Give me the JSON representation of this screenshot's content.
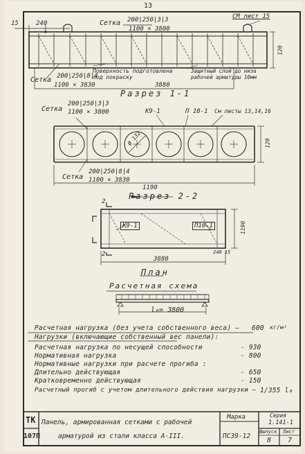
{
  "sheet": {
    "page_number": "13"
  },
  "elevation": {
    "dim_15": "15",
    "dim_240": "240",
    "mesh_top_label": "Сетка",
    "mesh_top_spec": "200|250|3|3",
    "mesh_top_size": "1100 × 3800",
    "sheet_ref": "СМ лист 15",
    "mesh_bottom_label": "Сетка",
    "mesh_bottom_spec": "200|250|8|4",
    "mesh_bottom_size": "1100 × 3830",
    "note_surface_1": "Поверхность подготовлена",
    "note_surface_2": "под покраску",
    "note_cover_1": "Защитный слой до низа",
    "note_cover_2": "рабочей арматуры 10мм",
    "length": "3880",
    "height": "120"
  },
  "section_1": {
    "title": "Разрез 1-1",
    "mesh_top_label": "Сетка",
    "mesh_top_spec": "200|250|3|3",
    "mesh_top_size": "1100 × 3800",
    "k9_label": "К9-1",
    "p10_label": "П 10-1",
    "sheets_ref": "См листы 13,14,16",
    "diameter": "Ø 132",
    "mesh_bottom_label": "Сетка",
    "mesh_bottom_spec": "200|250|8|4",
    "mesh_bottom_size": "1100 × 3830",
    "width": "1190",
    "height": "120"
  },
  "section_2": {
    "title": "Разрез 2-2",
    "mark_top": "2",
    "mark_bottom": "2",
    "mark_k9": "К9-1",
    "mark_p10": "П10-1",
    "dim_width": "1190",
    "dim_length": "3880",
    "dim_end": "240 15"
  },
  "plan": {
    "title": "План"
  },
  "scheme": {
    "title": "Расчетная схема",
    "span": "l₀= 3800"
  },
  "loads": {
    "design_load_label": "Расчетная нагрузка (без учета собственного веса) —",
    "design_load_value": "600",
    "design_load_unit": "кг/м²",
    "bearing_header": "Нагрузки (включающие собственный вес панели):",
    "bearing_label": "Расчетная нагрузка по несущей способности",
    "bearing_value": "- 930",
    "normative_label": "Нормативная нагрузка",
    "normative_value": "- 800",
    "deflection_header": "Нормативные нагрузки при расчете прогиба :",
    "longterm_label": "Длительно действующая",
    "longterm_value": "- 650",
    "shortterm_label": "Кратковременно действующая",
    "shortterm_value": "- 150",
    "deflection_label": "Расчетный прогиб с учетом длительного действия нагрузки —",
    "deflection_value": "1/355 l₀"
  },
  "title_block": {
    "code_top": "ТК",
    "code_bottom": "107П",
    "description_1": "Панель, армированная сетками с рабочей",
    "description_2": "арматурой из стали класса А-III.",
    "mark_header": "Марка",
    "mark_value": "ПС39-12",
    "series_header": "Серия",
    "series_value": "1.141-1",
    "issue_header": "Выпуск",
    "issue_value": "8",
    "sheet_header": "Лист",
    "sheet_value": "7"
  }
}
